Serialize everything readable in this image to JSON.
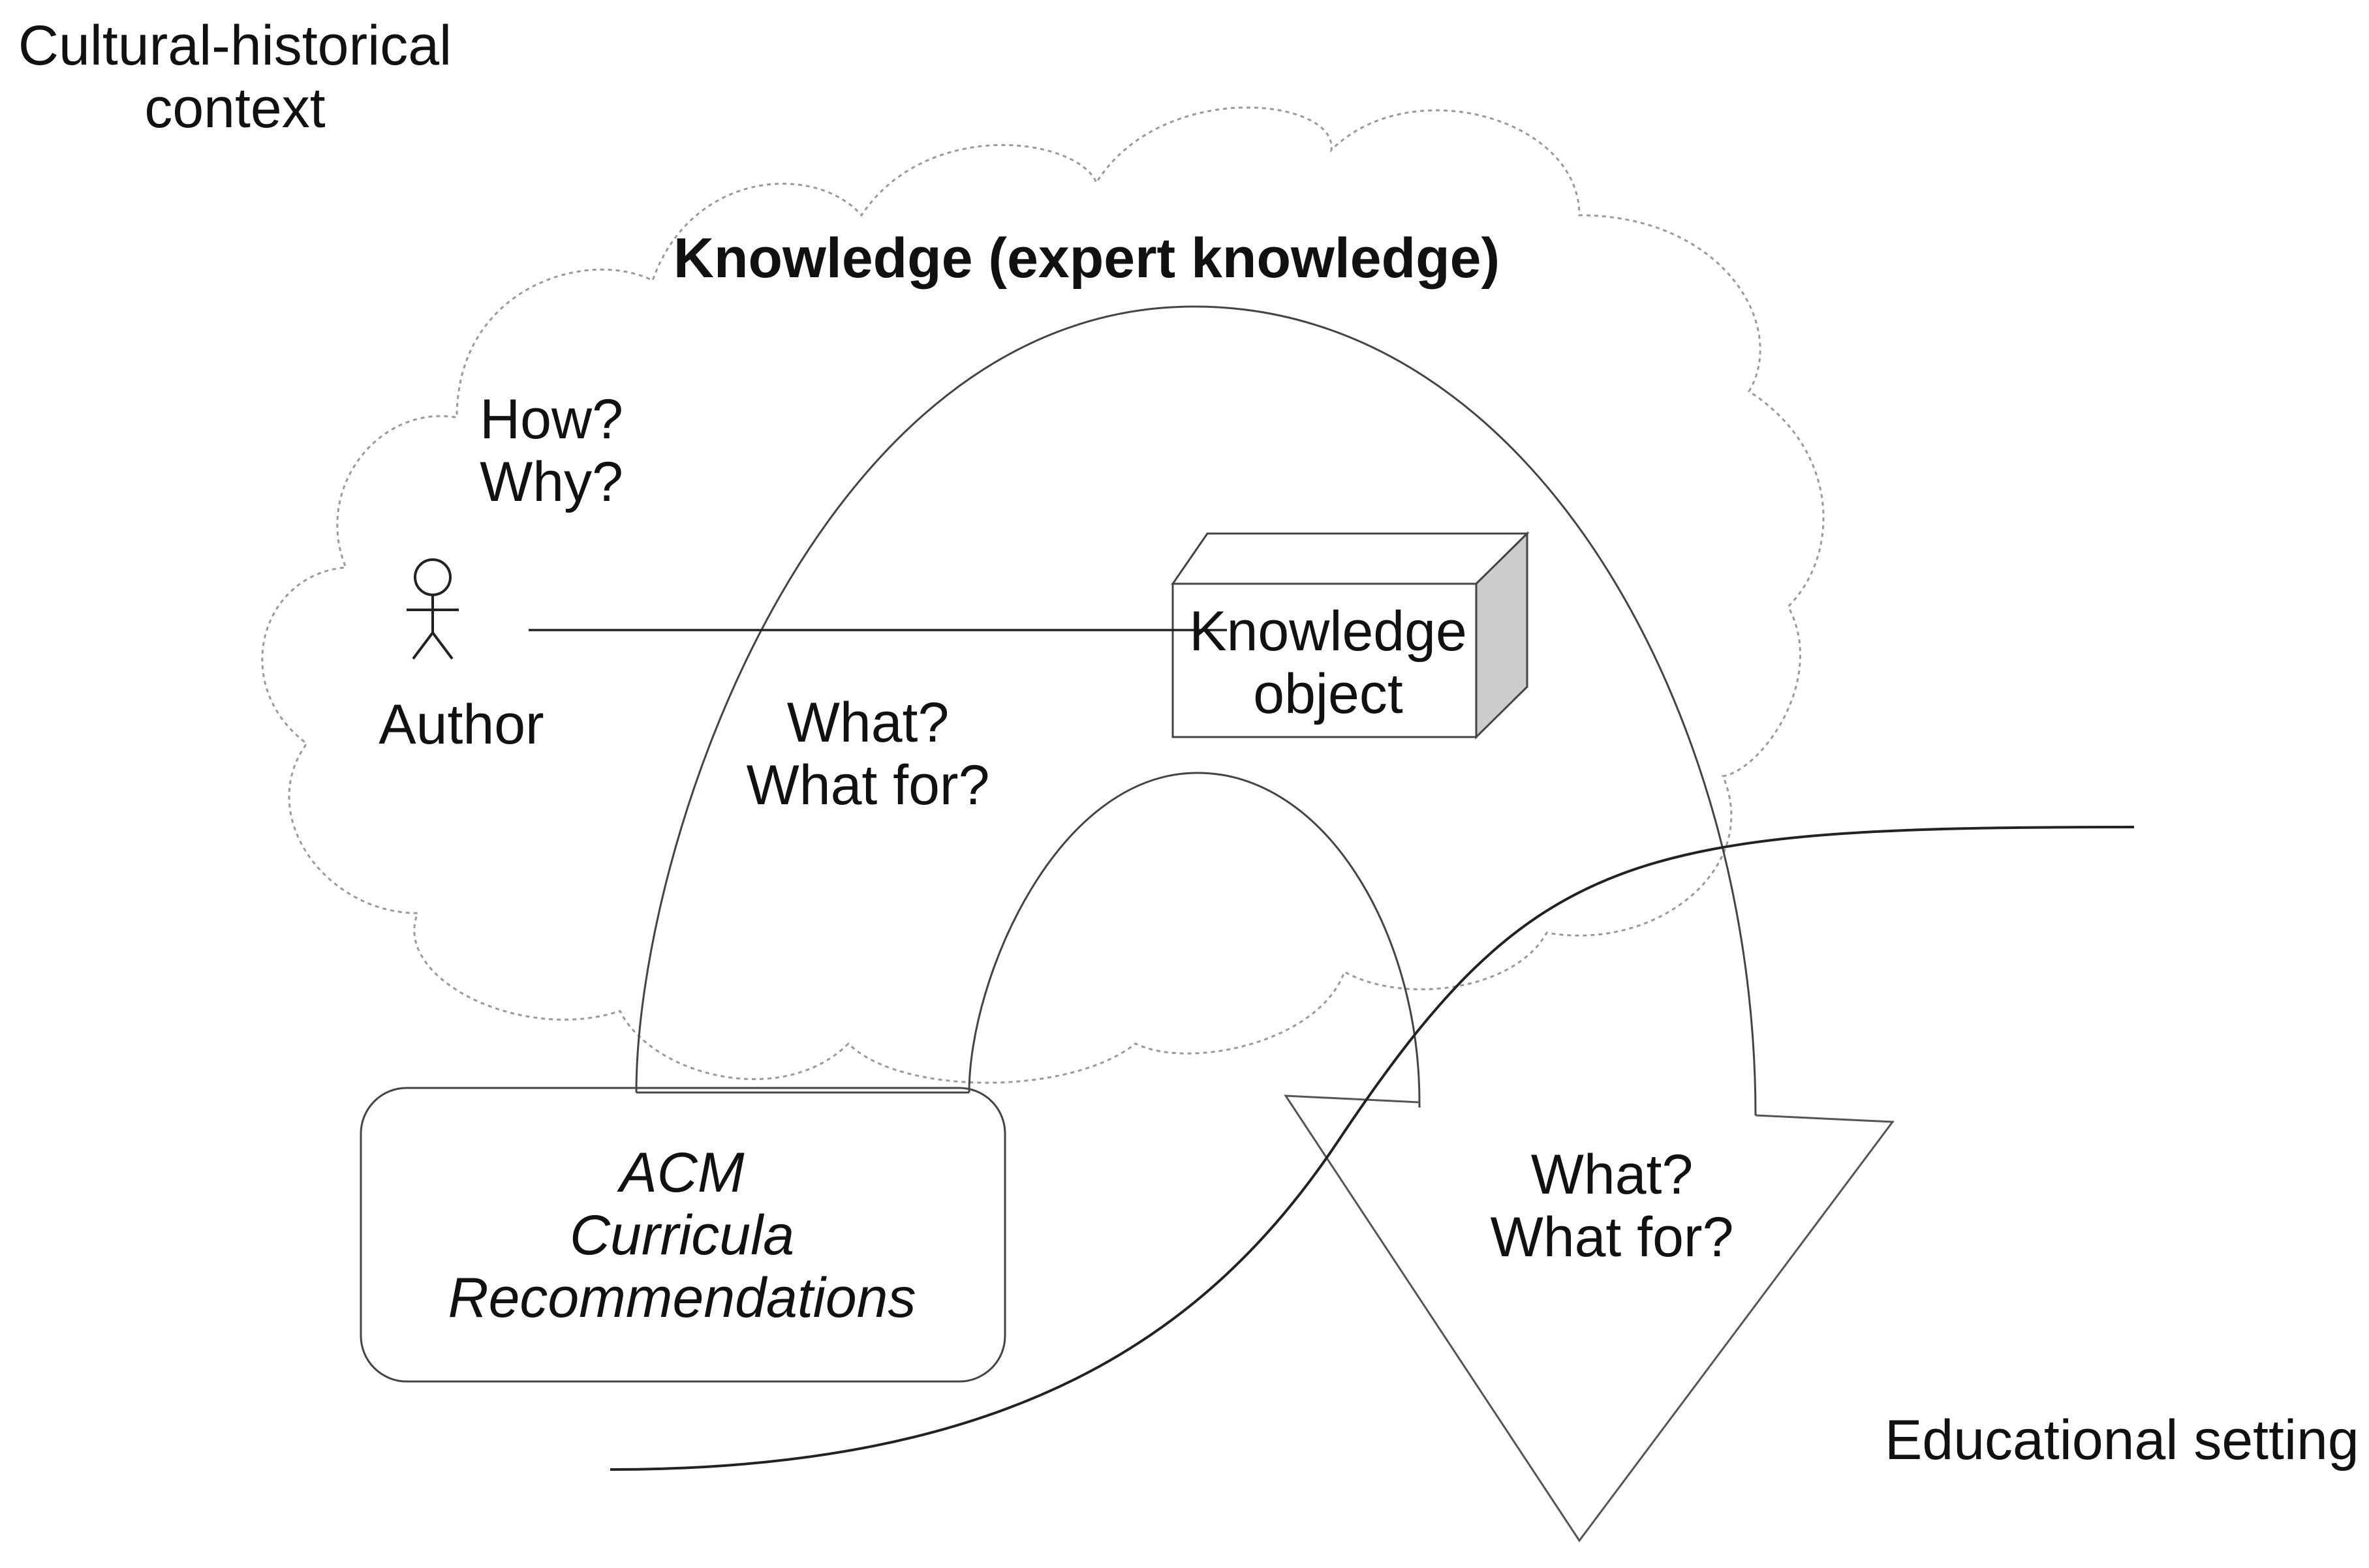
{
  "context": {
    "line1": "Cultural-historical",
    "line2": "context"
  },
  "cloud": {
    "title": "Knowledge (expert knowledge)"
  },
  "author": {
    "label": "Author",
    "q1": "How?",
    "q2": "Why?"
  },
  "knowledge_object": {
    "line1": "Knowledge",
    "line2": "object"
  },
  "inner_arch": {
    "q1": "What?",
    "q2": "What for?"
  },
  "acm_box": {
    "line1": "ACM",
    "line2": "Curricula",
    "line3": "Recommendations"
  },
  "down_arrow": {
    "q1": "What?",
    "q2": "What for?"
  },
  "setting": {
    "label": "Educational setting"
  },
  "colors": {
    "stroke": "#444444",
    "cloud_stroke": "#9a9a9a",
    "box_side": "#cccccc",
    "text": "#111111"
  }
}
